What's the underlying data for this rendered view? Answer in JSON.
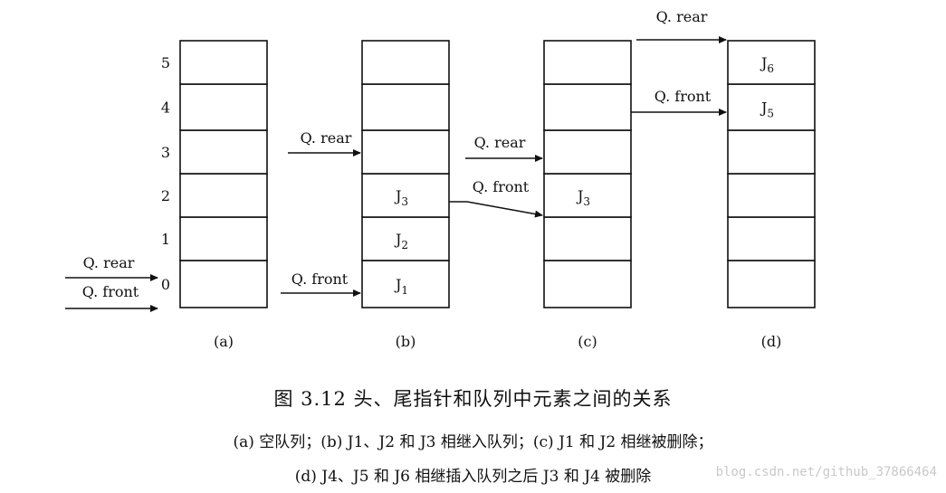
{
  "row_labels": [
    "0",
    "1",
    "2",
    "3",
    "4",
    "5"
  ],
  "pointer_labels": {
    "rear": "Q. rear",
    "front": "Q. front"
  },
  "panels": [
    {
      "id": "a",
      "caption": "(a)",
      "cells": [
        "",
        "",
        "",
        "",
        "",
        ""
      ],
      "rear_row": 0,
      "front_row": 0
    },
    {
      "id": "b",
      "caption": "(b)",
      "cells": [
        "J1",
        "J2",
        "J3",
        "",
        "",
        ""
      ],
      "rear_row": 3,
      "front_row": 0
    },
    {
      "id": "c",
      "caption": "(c)",
      "cells": [
        "",
        "",
        "J3",
        "",
        "",
        ""
      ],
      "rear_row": 3,
      "front_row": 2
    },
    {
      "id": "d",
      "caption": "(d)",
      "cells": [
        "",
        "",
        "",
        "",
        "J5",
        "J6"
      ],
      "rear_row": 6,
      "front_row": 4
    }
  ],
  "caption": {
    "title": "图 3.12   头、尾指针和队列中元素之间的关系",
    "line1": "(a) 空队列；(b) J1、J2 和 J3 相继入队列；(c) J1 和 J2 相继被删除；",
    "line2": "(d) J4、J5 和 J6 相继插入队列之后 J3 和 J4 被删除"
  },
  "watermark": "blog.csdn.net/github_37866464"
}
